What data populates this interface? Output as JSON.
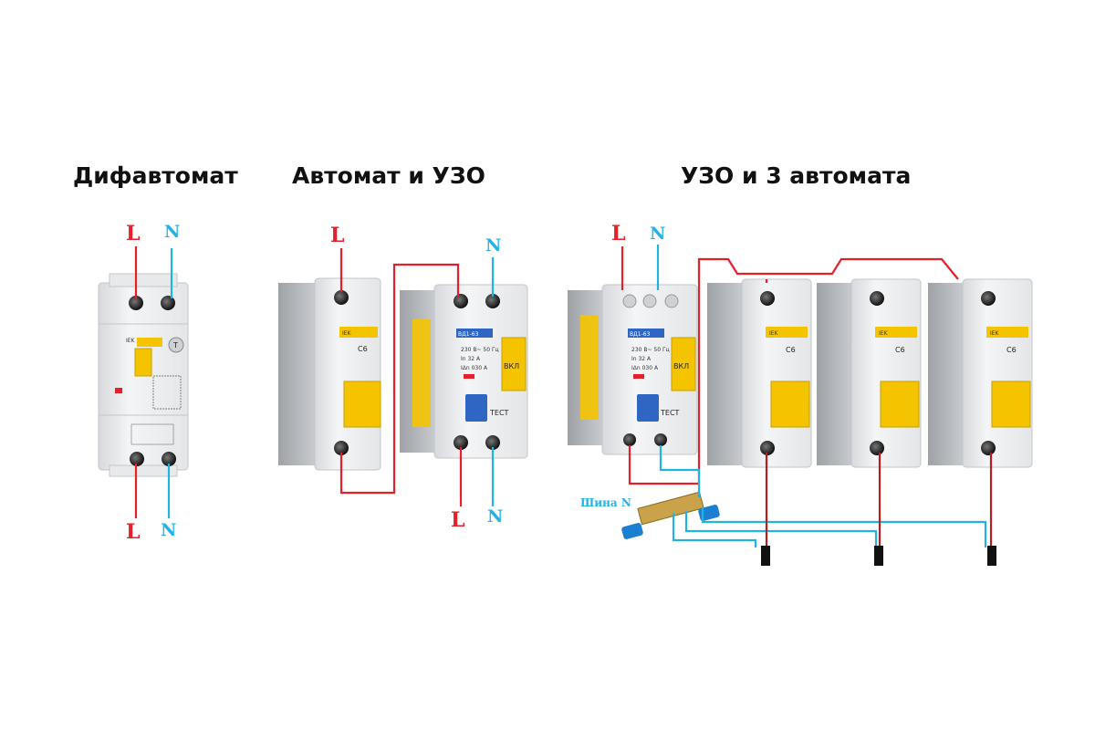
{
  "titles": {
    "difavtomat": "Дифавтомат",
    "avtomat_uzo": "Автомат и УЗО",
    "uzo_3_avtomata": "УЗО и 3 автомата"
  },
  "labels": {
    "L": "L",
    "N": "N"
  },
  "busbar": {
    "label": "Шина N"
  },
  "device_marks": {
    "brand": "IEK",
    "breaker_rating": "C6",
    "uzo_button": "ТЕСТ",
    "uzo_lever": "ВКЛ",
    "uzo_model": "ВД1-63",
    "uzo_spec_1": "230 В~ 50 Гц",
    "uzo_spec_2": "In 32 A",
    "uzo_spec_3": "IΔn 030 A",
    "difavtomat_test": "T"
  },
  "colors": {
    "phase": "#e4202a",
    "neutral": "#22b3e6",
    "handle": "#f5c400",
    "test_button": "#2f66c4",
    "busbar": "#1d7fd1",
    "busbar_strip": "#c9a24a"
  }
}
